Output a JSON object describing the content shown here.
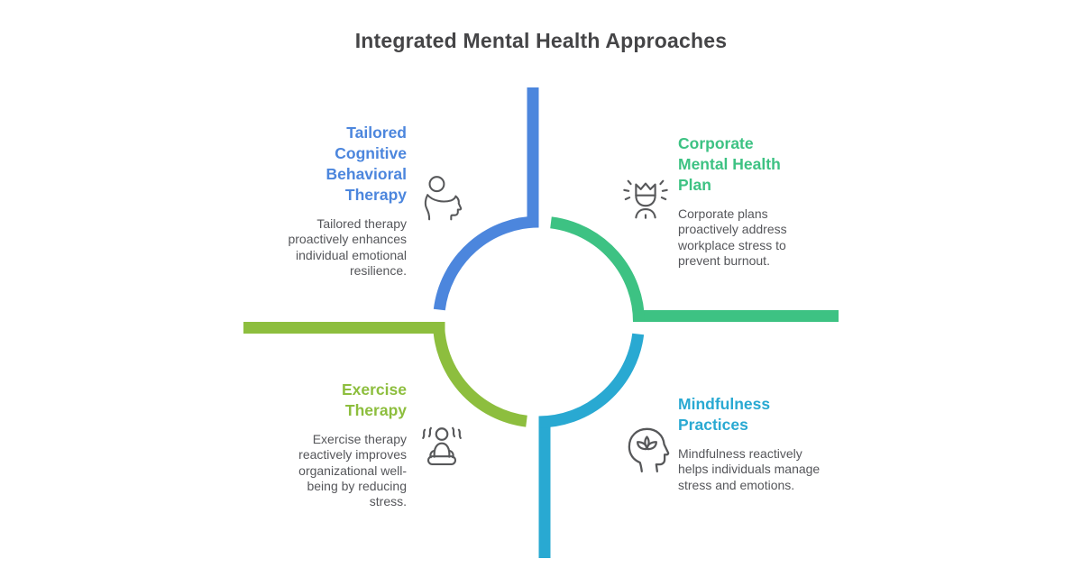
{
  "title": "Integrated Mental Health Approaches",
  "colors": {
    "title_text": "#454547",
    "body_text": "#55565a",
    "icon_stroke": "#57585a",
    "blue": "#4c86dd",
    "green": "#3dc283",
    "olive": "#8dbe3e",
    "cyan": "#29a9d2"
  },
  "quadrants": [
    {
      "id": "top-left",
      "heading": "Tailored\nCognitive\nBehavioral\nTherapy",
      "description": "Tailored therapy\nproactively enhances\nindividual emotional\nresilience.",
      "icon": "open-mind-icon",
      "color": "#4c86dd"
    },
    {
      "id": "top-right",
      "heading": "Corporate\nMental Health\nPlan",
      "description": "Corporate plans\nproactively address\nworkplace stress to\nprevent burnout.",
      "icon": "blooming-flower-icon",
      "color": "#3dc283"
    },
    {
      "id": "bottom-left",
      "heading": "Exercise\nTherapy",
      "description": "Exercise therapy\nreactively improves\norganizational well-\nbeing by reducing\nstress.",
      "icon": "meditation-icon",
      "color": "#8dbe3e"
    },
    {
      "id": "bottom-right",
      "heading": "Mindfulness\nPractices",
      "description": "Mindfulness reactively\nhelps individuals manage\nstress and emotions.",
      "icon": "mindful-head-icon",
      "color": "#29a9d2"
    }
  ]
}
